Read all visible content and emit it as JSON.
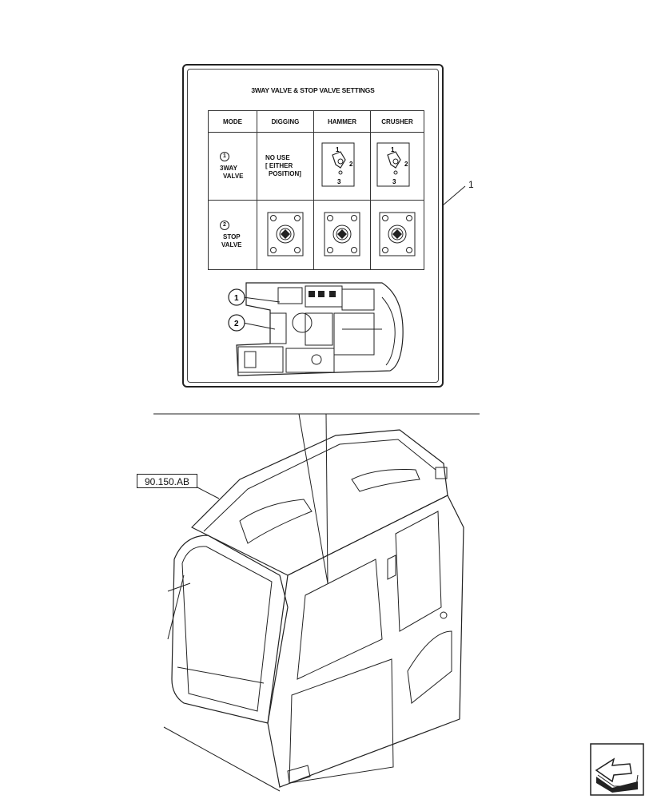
{
  "decal": {
    "title": "3WAY VALVE & STOP VALVE SETTINGS",
    "headers": [
      "MODE",
      "DIGGING",
      "HAMMER",
      "CRUSHER"
    ],
    "row1": {
      "mode_num": "1",
      "mode_line1": "3WAY",
      "mode_line2": "VALVE",
      "digging_line1": "NO USE",
      "digging_line2": "[ EITHER",
      "digging_line3": "POSITION]",
      "pos1": "1",
      "pos2": "2",
      "pos3": "3"
    },
    "row2": {
      "mode_num": "2",
      "mode_line1": "STOP",
      "mode_line2": "VALVE"
    },
    "diagram_callouts": [
      "1",
      "2"
    ]
  },
  "callout_item": "1",
  "reference_label": "90.150.AB"
}
